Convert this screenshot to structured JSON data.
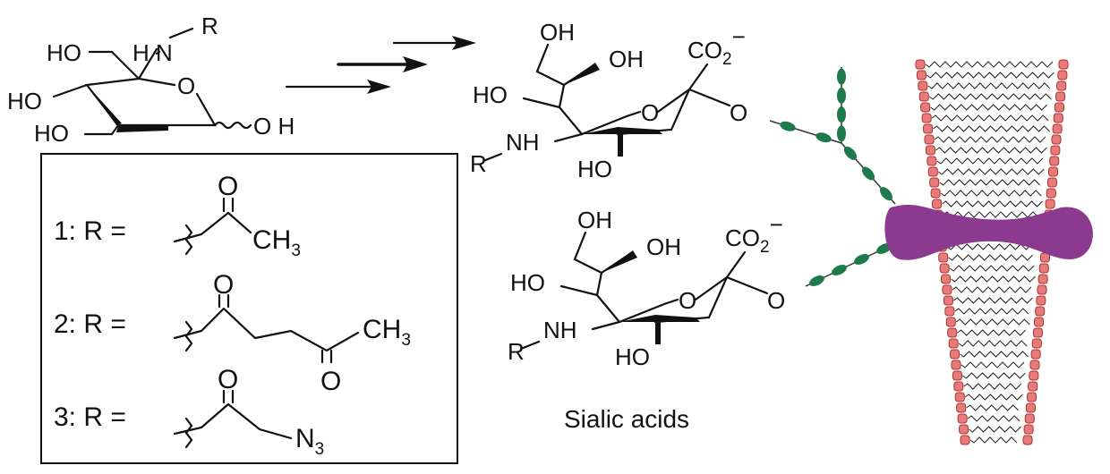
{
  "precursor": {
    "labels": {
      "ho_top": "HO",
      "hn": "H N",
      "r": "R",
      "o_ring": "O",
      "ho_left": "HO",
      "oh_right": "O H",
      "ho_bottom": "HO"
    }
  },
  "box": {
    "rows": [
      {
        "label": "1: R =",
        "o": "O",
        "ch3": "CH",
        "sub": "3"
      },
      {
        "label": "2: R =",
        "o1": "O",
        "o2": "O",
        "ch3": "CH",
        "sub": "3"
      },
      {
        "label": "3: R =",
        "o": "O",
        "n3": "N",
        "sub": "3"
      }
    ]
  },
  "sialic": {
    "labels": {
      "oh1": "OH",
      "oh2": "OH",
      "co2": "CO",
      "co2_sub": "2",
      "co2_sup": "−",
      "ho": "HO",
      "o_ring": "O",
      "o_link": "O",
      "nh": "NH",
      "r": "R",
      "ho_bottom": "HO"
    },
    "caption": "Sialic acids"
  },
  "colors": {
    "glycan": "#1e7a4a",
    "protein": "#8b3a8f",
    "lipid_head": "#e87a78",
    "ink": "#111111"
  }
}
